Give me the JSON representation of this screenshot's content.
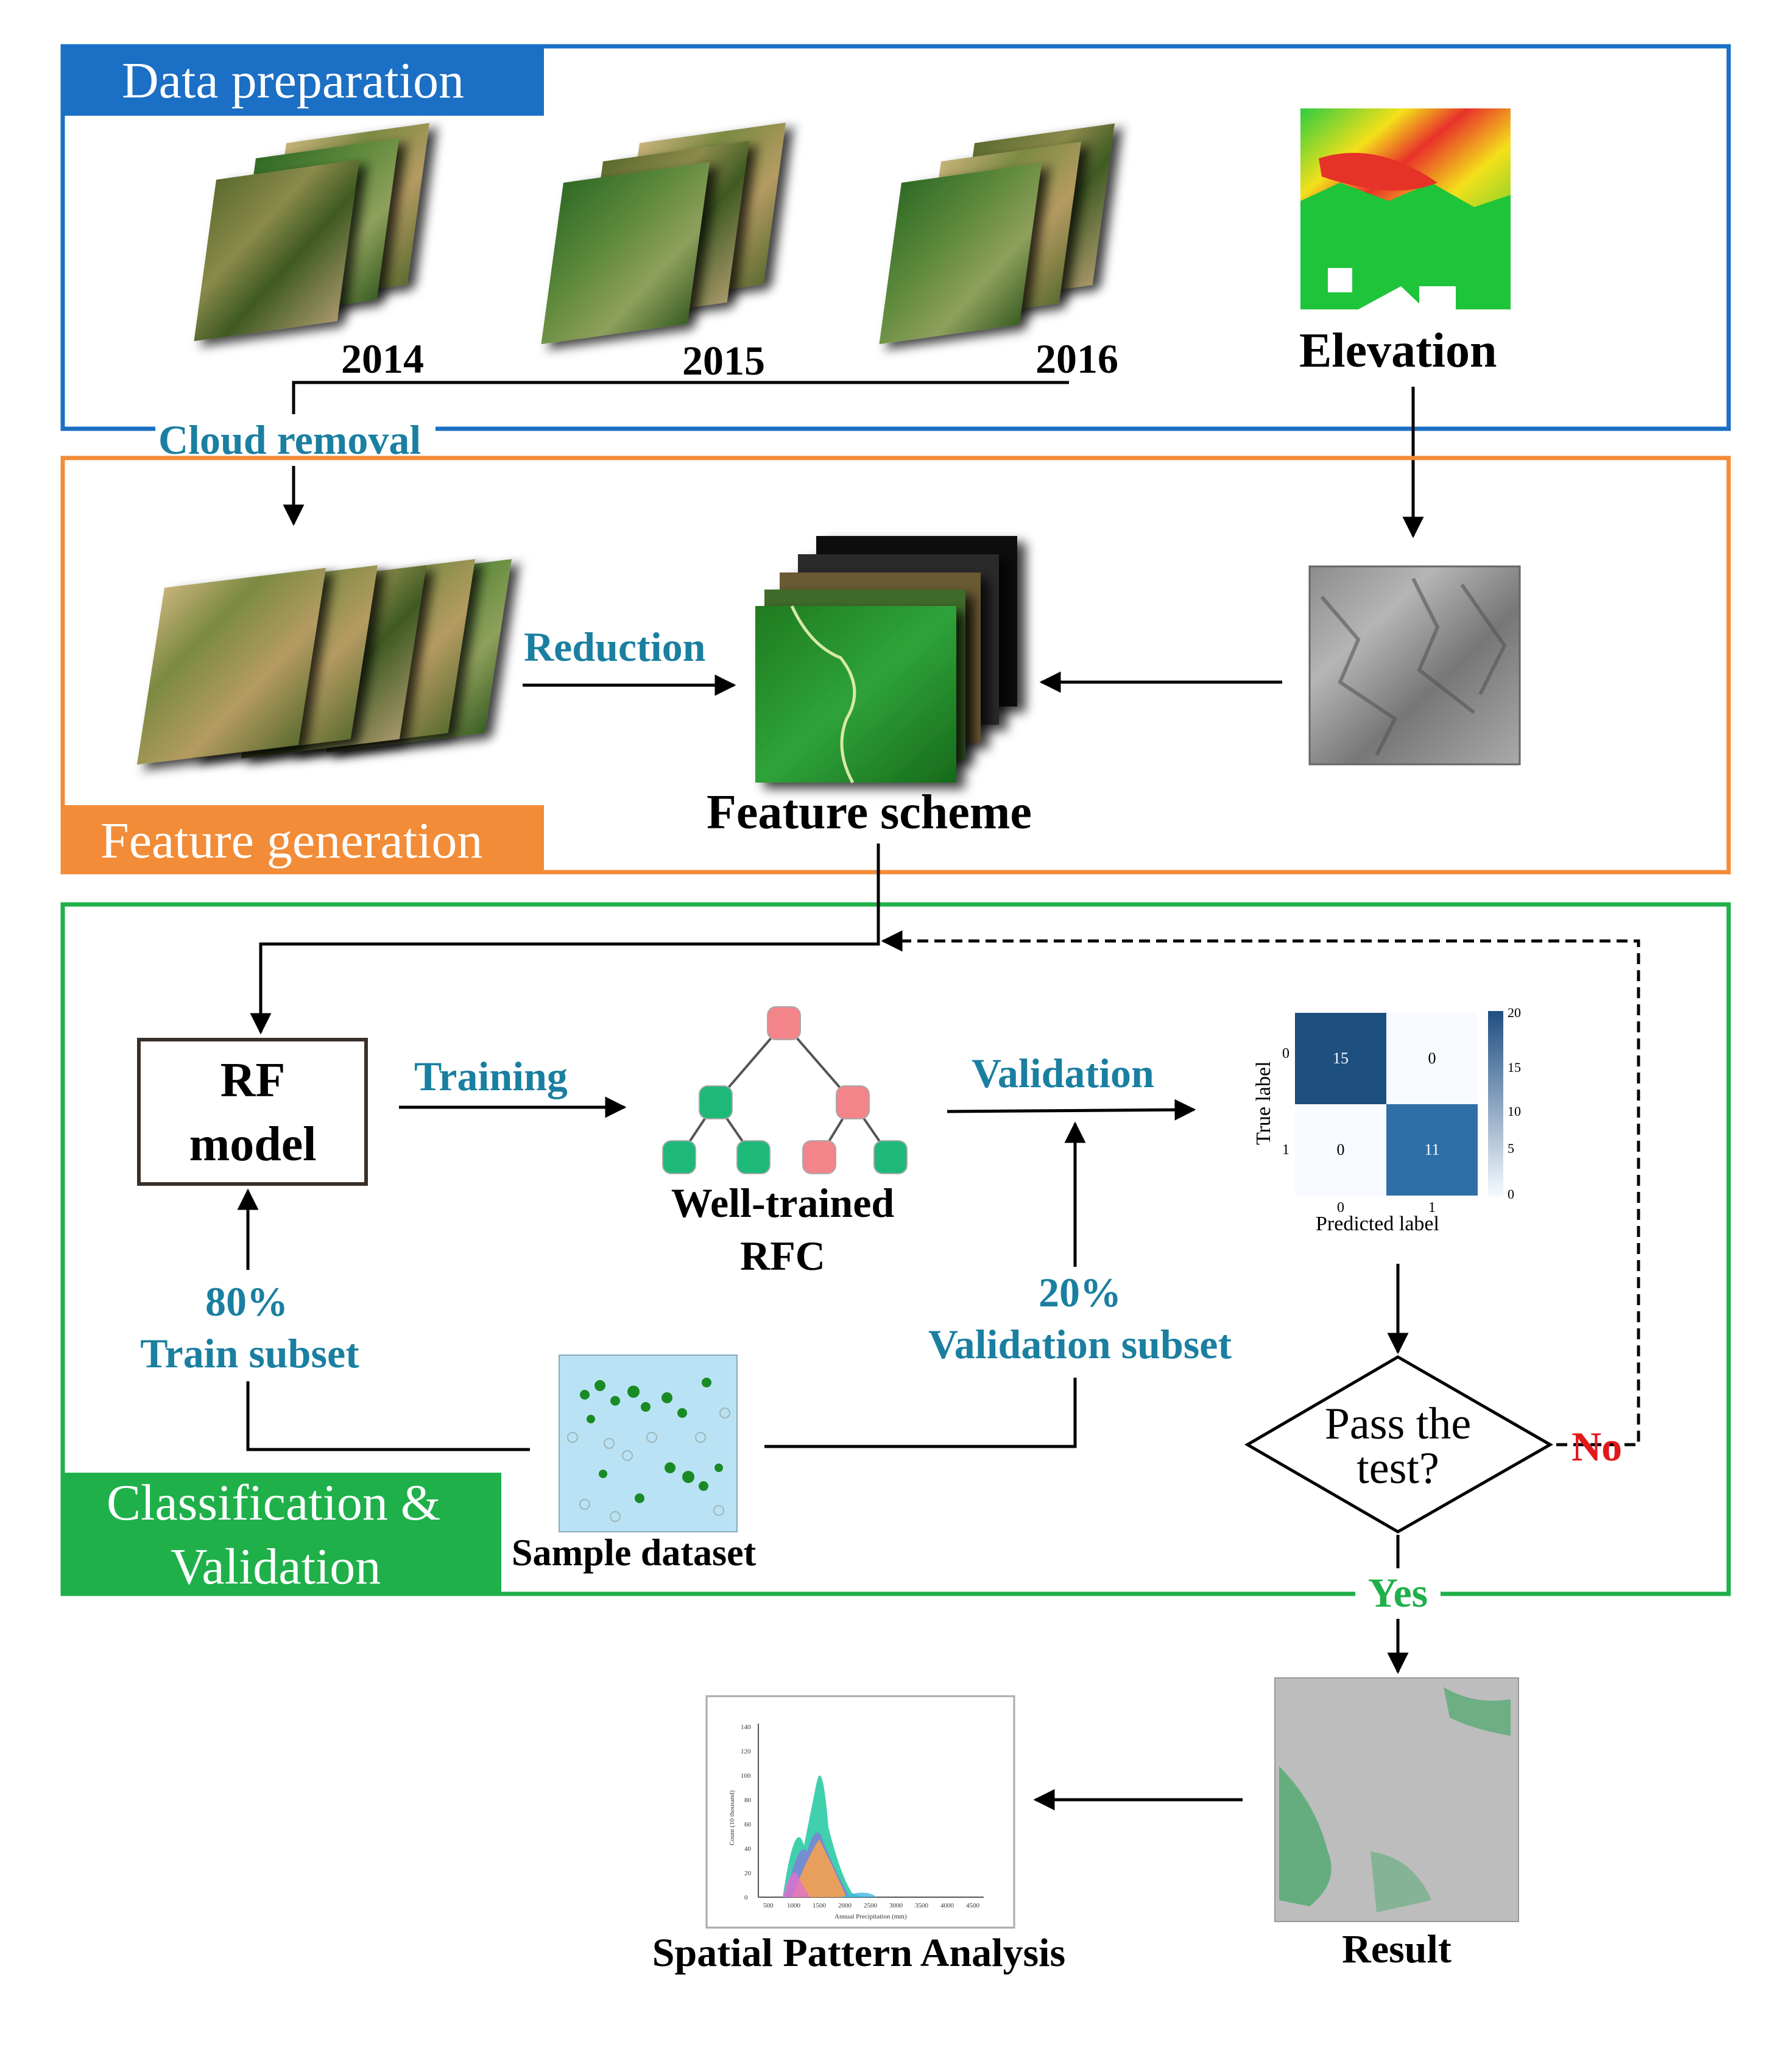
{
  "sections": {
    "data_preparation": "Data preparation",
    "feature_generation": "Feature generation",
    "classification_line1": "Classification &",
    "classification_line2": "Validation"
  },
  "years": [
    "2014",
    "2015",
    "2016"
  ],
  "elevation_label": "Elevation",
  "cloud_removal_label": "Cloud removal",
  "reduction_label": "Reduction",
  "feature_scheme_label": "Feature scheme",
  "rf_model_line1": "RF",
  "rf_model_line2": "model",
  "training_label": "Training",
  "well_trained_line1": "Well-trained",
  "well_trained_line2": "RFC",
  "validation_label": "Validation",
  "train_percent": "80%",
  "train_subset": "Train subset",
  "validation_percent": "20%",
  "validation_subset": "Validation subset",
  "sample_dataset_label": "Sample dataset",
  "decision_line1": "Pass the",
  "decision_line2": "test?",
  "no_label": "No",
  "yes_label": "Yes",
  "result_label": "Result",
  "spatial_label": "Spatial Pattern Analysis",
  "confusion_matrix": {
    "cells": [
      [
        "15",
        "0"
      ],
      [
        "0",
        "11"
      ]
    ],
    "row_ticks": [
      "0",
      "1"
    ],
    "col_ticks": [
      "0",
      "1"
    ],
    "ylabel": "True label",
    "xlabel": "Predicted label",
    "colorbar_ticks": [
      "20",
      "15",
      "10",
      "5",
      "0"
    ]
  },
  "histogram": {
    "x_ticks": [
      "500",
      "1000",
      "1500",
      "2000",
      "2500",
      "3000",
      "3500",
      "4000",
      "4500"
    ],
    "y_ticks": [
      "0",
      "20",
      "40",
      "60",
      "80",
      "100",
      "120",
      "140"
    ],
    "xlabel": "Annual Precipitation (mm)",
    "ylabel": "Count (10 thousand)"
  },
  "colors": {
    "data_prep_blue": "#1b6fc4",
    "feature_orange": "#f28c38",
    "classification_green": "#1fb04a",
    "teal_label": "#1a7fa0",
    "no_red": "#e3181b",
    "yes_green": "#1fb04a"
  }
}
